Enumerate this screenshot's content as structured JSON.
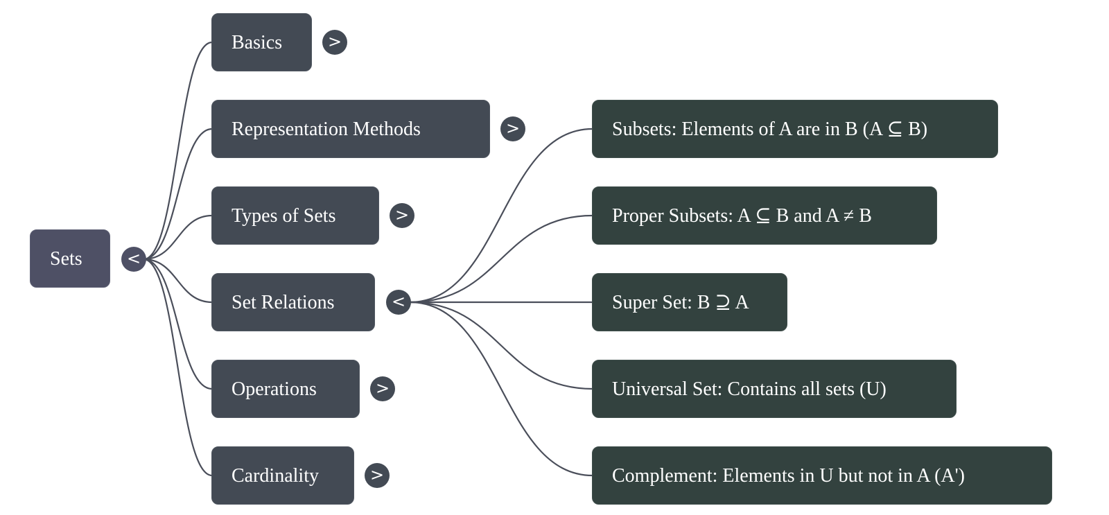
{
  "mindmap": {
    "root": {
      "label": "Sets",
      "toggle": "<",
      "expanded": true
    },
    "children": [
      {
        "label": "Basics",
        "toggle": ">",
        "expanded": false
      },
      {
        "label": "Representation Methods",
        "toggle": ">",
        "expanded": false
      },
      {
        "label": "Types of Sets",
        "toggle": ">",
        "expanded": false
      },
      {
        "label": "Set Relations",
        "toggle": "<",
        "expanded": true,
        "children": [
          {
            "label": "Subsets: Elements of A are in B (A ⊆ B)"
          },
          {
            "label": "Proper Subsets: A ⊆ B and A ≠ B"
          },
          {
            "label": "Super Set: B ⊇ A"
          },
          {
            "label": "Universal Set: Contains all sets (U)"
          },
          {
            "label": "Complement: Elements in U but not in A (A')"
          }
        ]
      },
      {
        "label": "Operations",
        "toggle": ">",
        "expanded": false
      },
      {
        "label": "Cardinality",
        "toggle": ">",
        "expanded": false
      }
    ]
  },
  "colors": {
    "root": "#4e5065",
    "level1": "#434a54",
    "level2": "#33423f",
    "link": "#4a4e5a"
  }
}
